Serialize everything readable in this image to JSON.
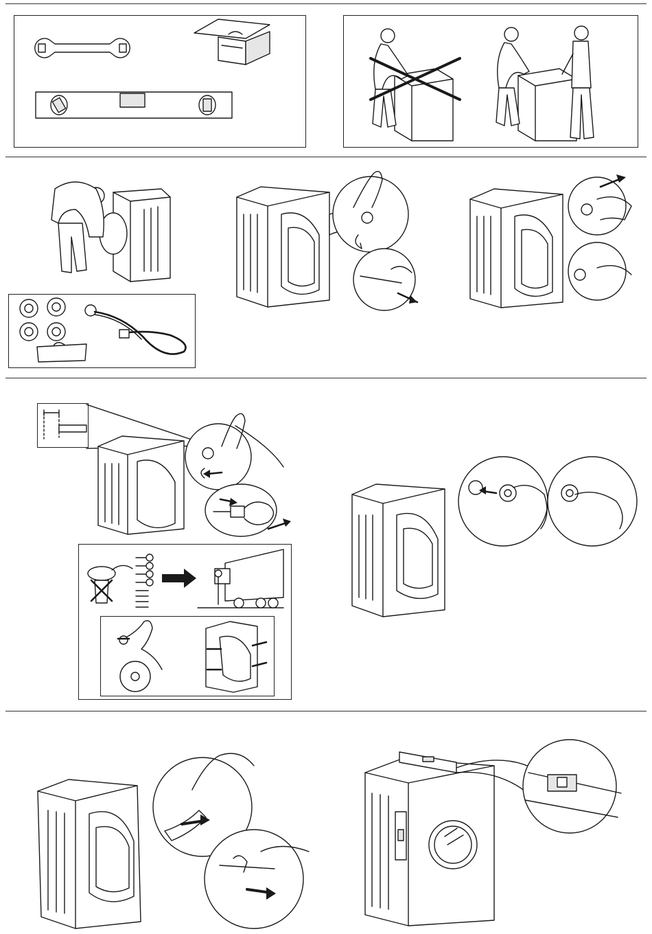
{
  "page": {
    "sections": [
      "tools-and-lifting",
      "unpacking-and-transit-bolts",
      "bolt-removal-and-caps",
      "hoses-and-levelling"
    ]
  },
  "icons": {
    "wrench": "wrench-icon",
    "toolbox": "toolbox-icon",
    "spirit_level": "spirit-level-icon",
    "cross": "prohibited-cross-icon",
    "arrow": "arrow-icon"
  },
  "colors": {
    "line": "#1a1a1a",
    "paper": "#ffffff",
    "shade": "#e6e6e6"
  }
}
